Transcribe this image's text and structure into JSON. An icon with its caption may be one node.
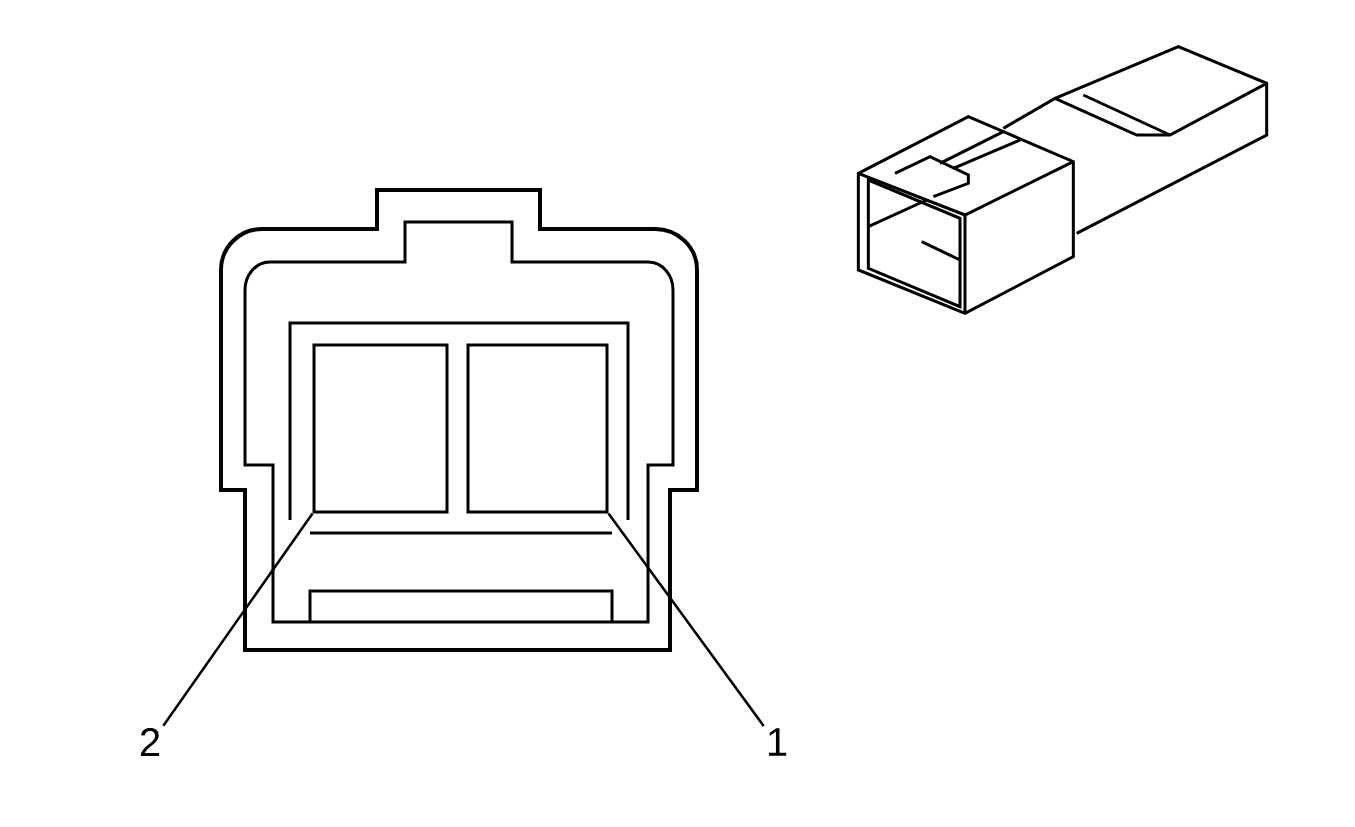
{
  "diagram": {
    "nodes": [
      {
        "text": [],
        "shape": "box"
      },
      {
        "text": [],
        "shape": "box"
      },
      {
        "text": [
          "2"
        ]
      },
      {
        "text": [
          "1"
        ]
      }
    ],
    "edges": [
      {
        "from": 2,
        "to": 0,
        "arrow": "none"
      },
      {
        "from": 3,
        "to": 1,
        "arrow": "none"
      }
    ]
  }
}
